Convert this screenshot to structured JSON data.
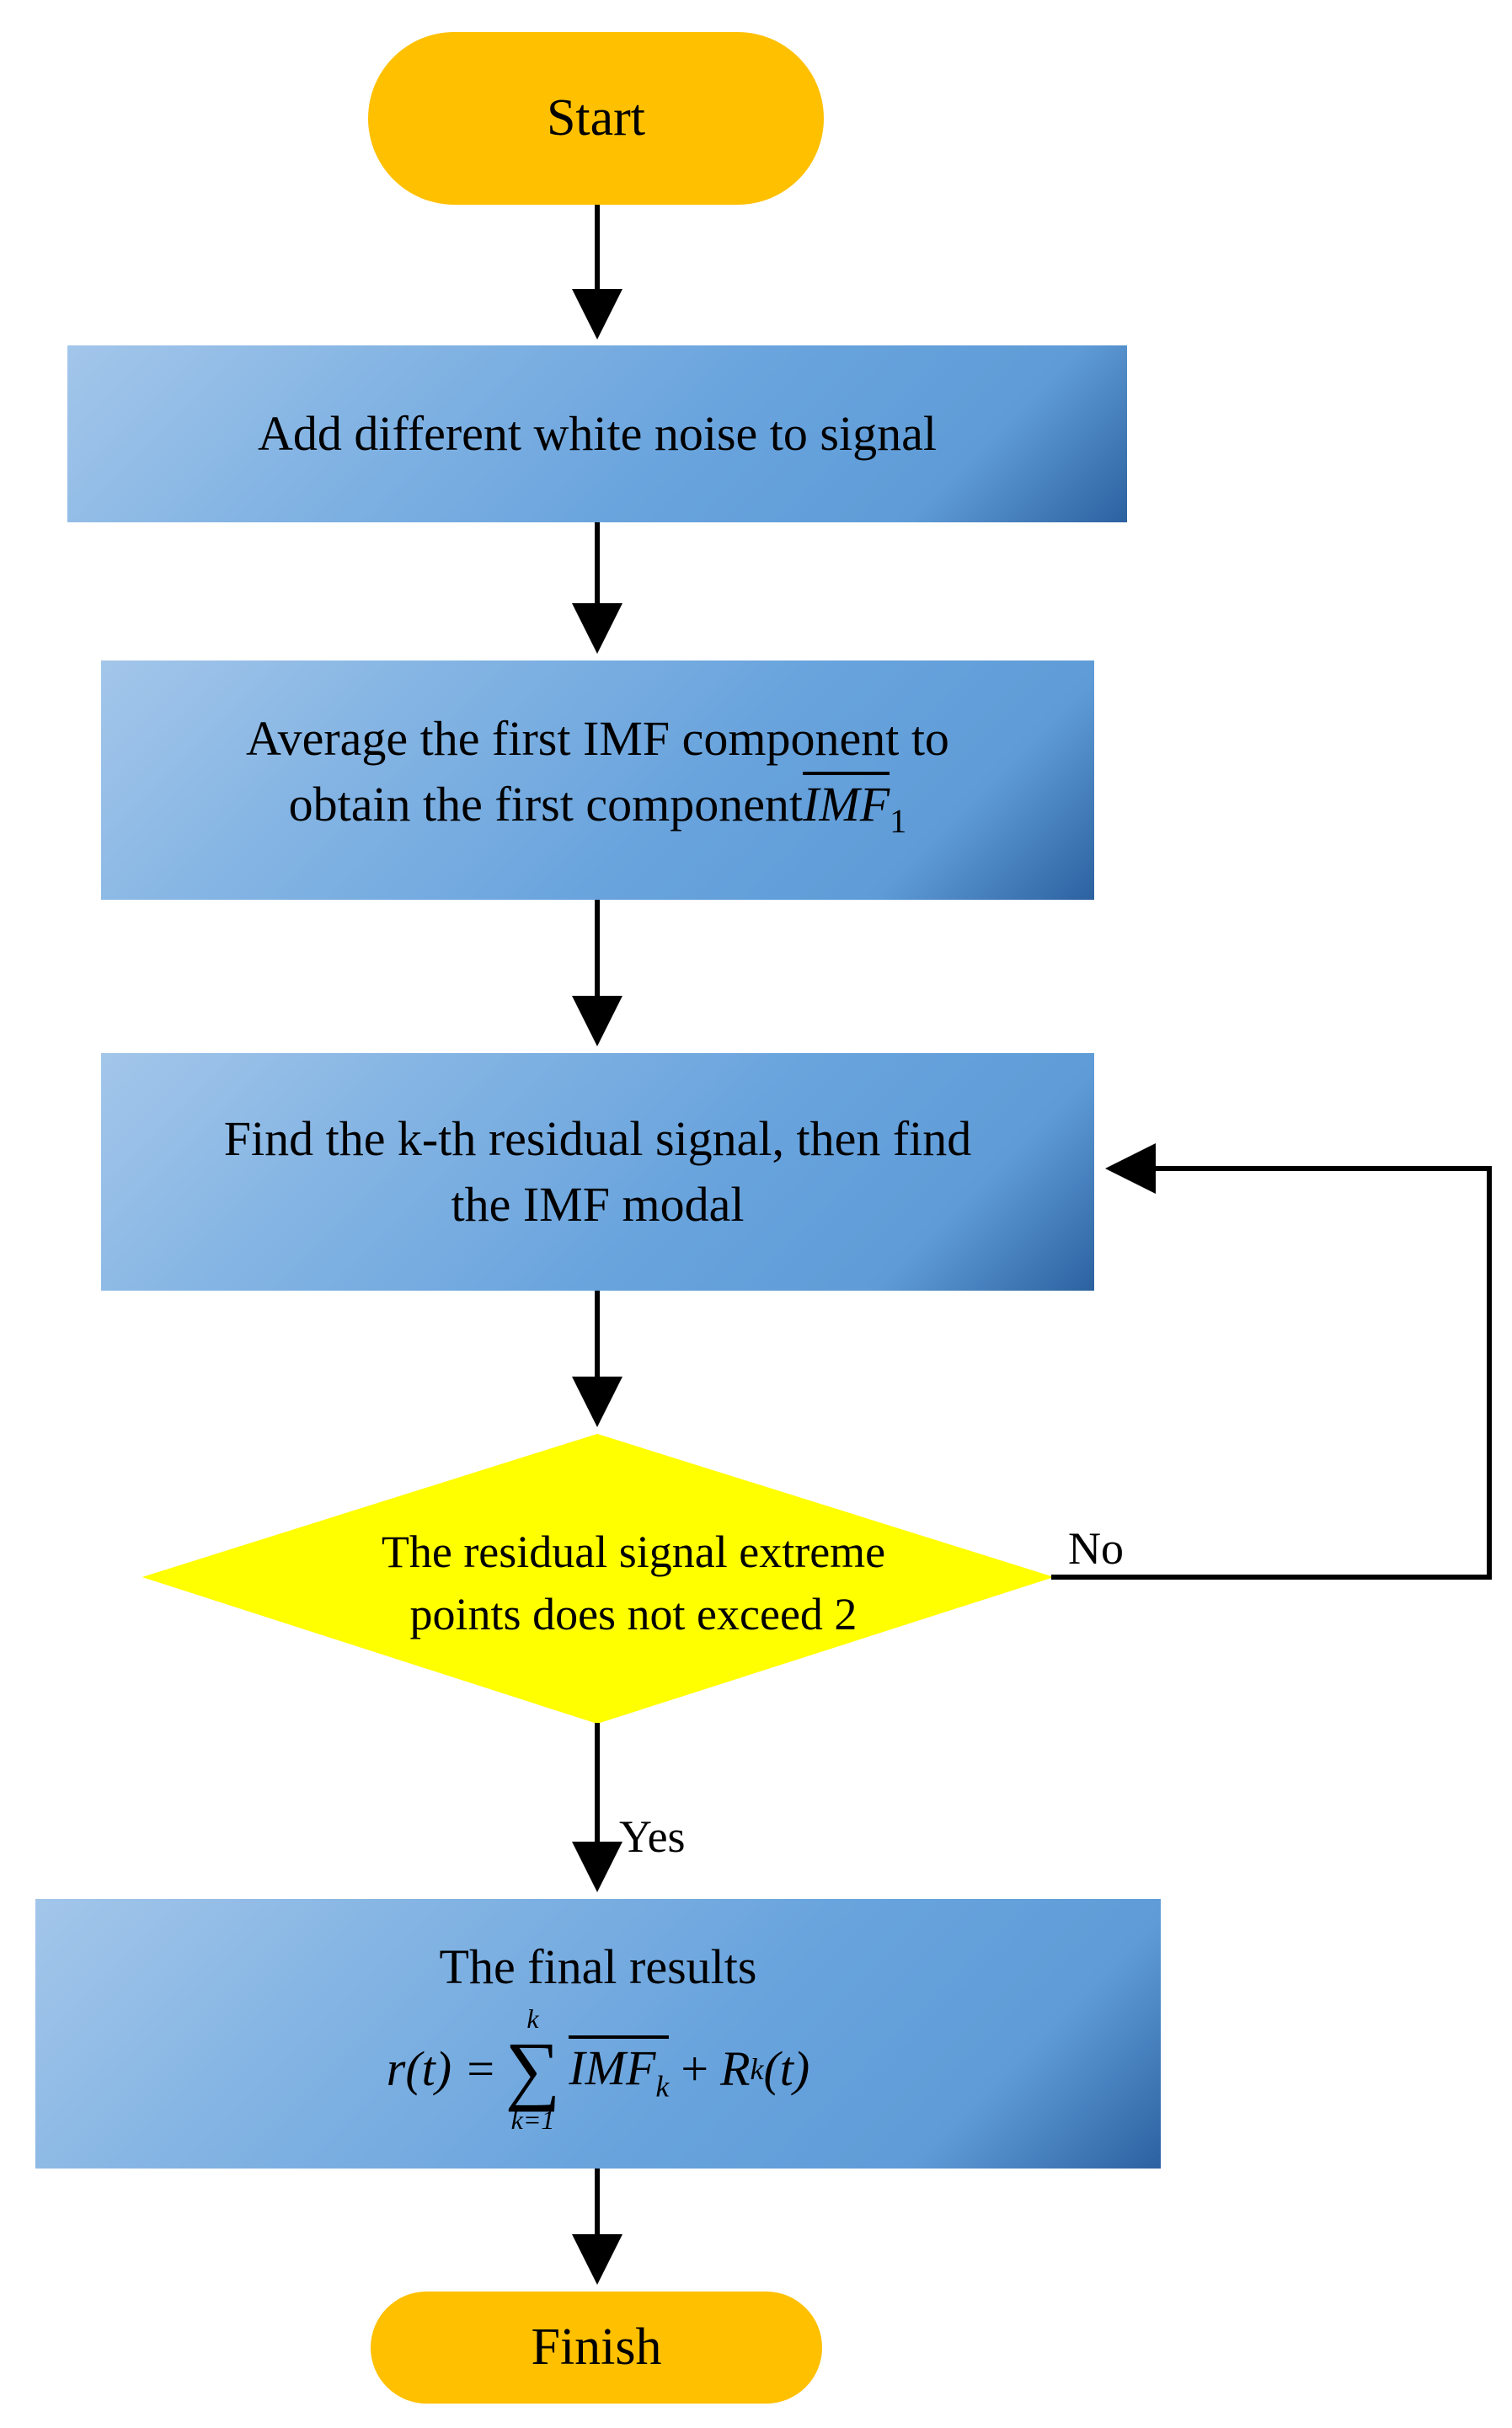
{
  "flowchart": {
    "start_label": "Start",
    "step1_text": "Add different white noise to signal",
    "step2_line1": "Average the first IMF component to",
    "step2_line2_prefix": "obtain the first component",
    "step2_symbol": "IMF",
    "step2_symbol_sub": "1",
    "step3_line1": "Find the k-th residual signal, then find",
    "step3_line2": "the IMF modal",
    "decision_line1": "The residual signal extreme",
    "decision_line2": "points does not exceed 2",
    "no_label": "No",
    "yes_label": "Yes",
    "result_title": "The final results",
    "formula": {
      "lhs": "r(t) =",
      "sum_upper": "k",
      "sum_lower": "k=1",
      "sigma": "∑",
      "term": "IMF",
      "term_sub": "k",
      "plus": "+",
      "residual": "R",
      "residual_sub": "k",
      "residual_arg": "(t)"
    },
    "finish_label": "Finish"
  },
  "colors": {
    "terminal": "#ffc000",
    "process_light": "#a3c6ea",
    "process_dark": "#2c61a0",
    "decision": "#ffff00",
    "line": "#000000"
  }
}
